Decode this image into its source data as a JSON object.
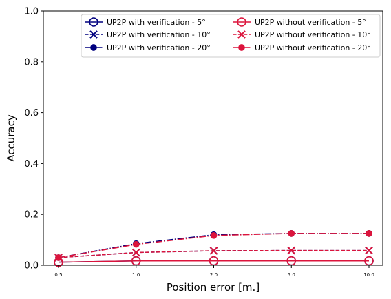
{
  "chart_data": {
    "type": "line",
    "xlabel": "Position error [m.]",
    "ylabel": "Accuracy",
    "categories": [
      "0.5",
      "1.0",
      "2.0",
      "5.0",
      "10.0"
    ],
    "ylim": [
      0,
      1.0
    ],
    "yticks": [
      "0.0",
      "0.2",
      "0.4",
      "0.6",
      "0.8",
      "1.0"
    ],
    "grid": false,
    "legend_position": "top-right",
    "legend_columns": 2,
    "series": [
      {
        "name": "UP2P with verification - 5°",
        "values": [
          0.012,
          0.017,
          0.017,
          0.017,
          0.017
        ],
        "color": "#00007f",
        "line": "solid",
        "marker": "open-circle"
      },
      {
        "name": "UP2P with verification - 10°",
        "values": [
          0.03,
          0.05,
          0.057,
          0.058,
          0.058
        ],
        "color": "#00007f",
        "line": "dashed",
        "marker": "x"
      },
      {
        "name": "UP2P with verification - 20°",
        "values": [
          0.03,
          0.085,
          0.12,
          0.125,
          0.125
        ],
        "color": "#00007f",
        "line": "dashdot",
        "marker": "filled-circle"
      },
      {
        "name": "UP2P without verification - 5°",
        "values": [
          0.012,
          0.017,
          0.017,
          0.017,
          0.017
        ],
        "color": "#dc143c",
        "line": "solid",
        "marker": "open-circle"
      },
      {
        "name": "UP2P without verification - 10°",
        "values": [
          0.03,
          0.05,
          0.057,
          0.058,
          0.058
        ],
        "color": "#dc143c",
        "line": "dashed",
        "marker": "x"
      },
      {
        "name": "UP2P without verification - 20°",
        "values": [
          0.03,
          0.082,
          0.117,
          0.125,
          0.125
        ],
        "color": "#dc143c",
        "line": "dashdot",
        "marker": "filled-circle"
      }
    ]
  }
}
